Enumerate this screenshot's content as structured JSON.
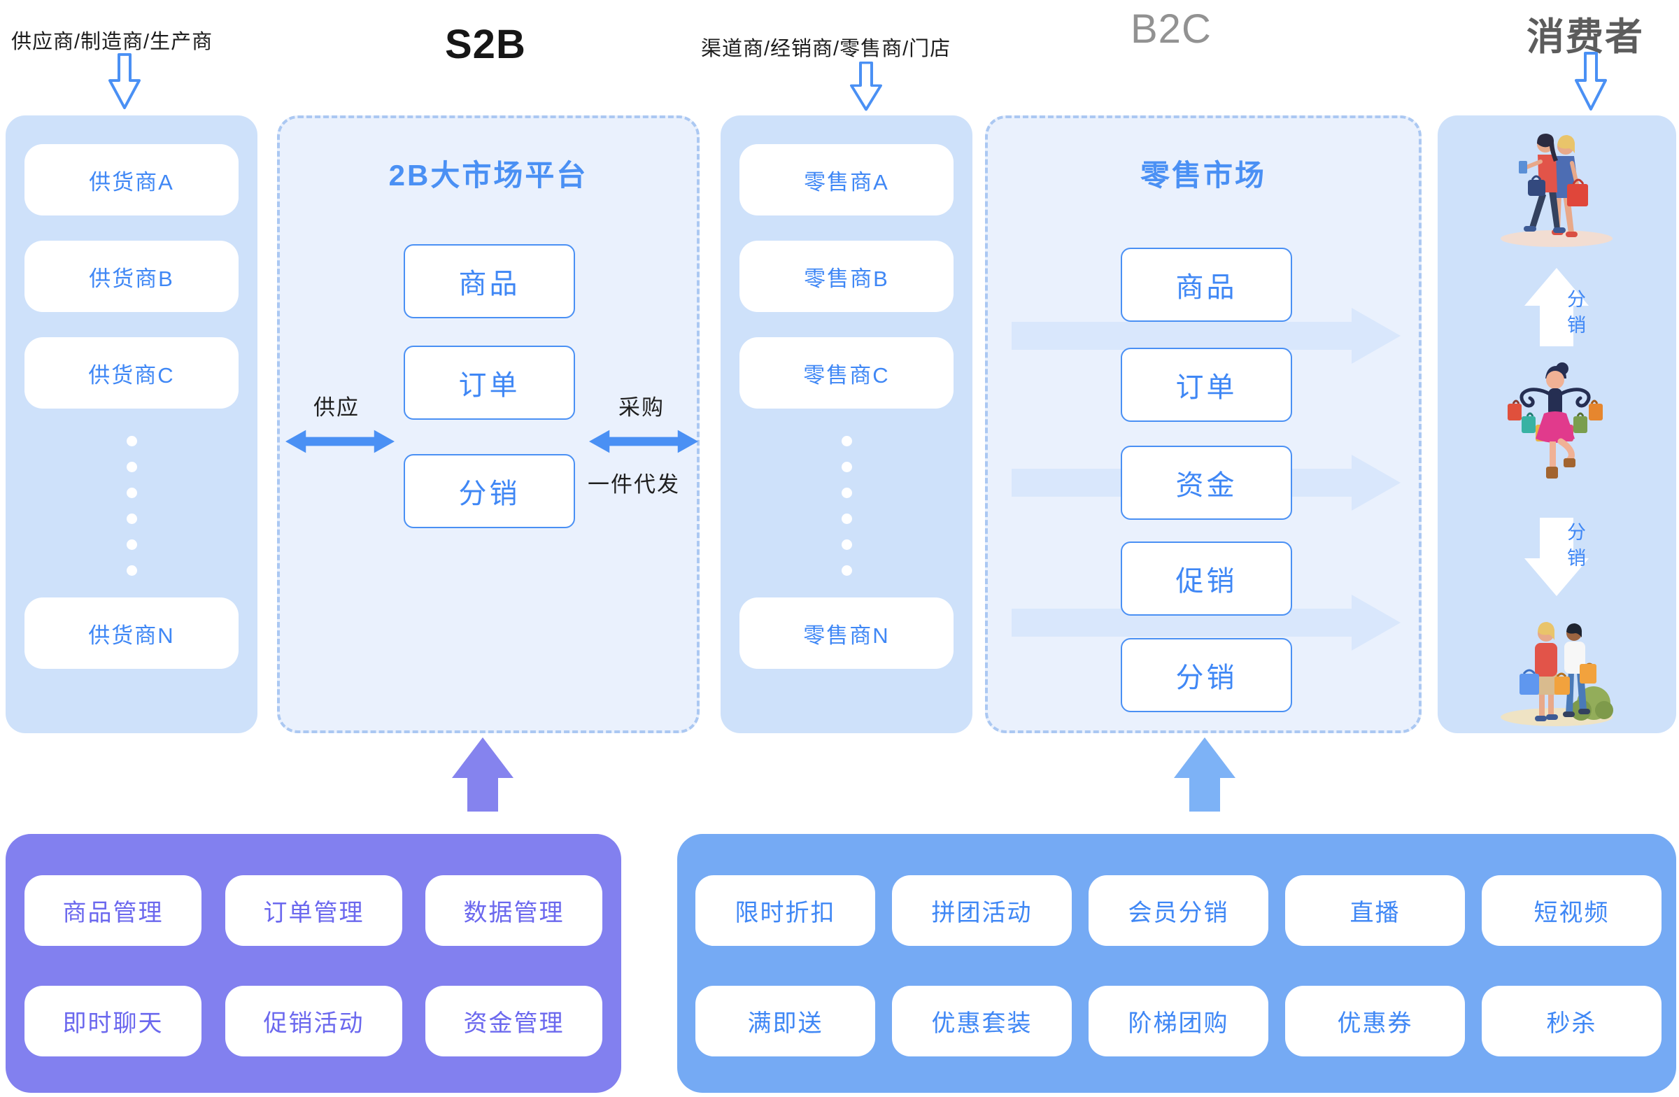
{
  "header": {
    "supplier_label": "供应商/制造商/生产商",
    "s2b_title": "S2B",
    "channel_label": "渠道商/经销商/零售商/门店",
    "b2c_title": "B2C",
    "consumer_label": "消费者"
  },
  "suppliers": {
    "items": [
      "供货商A",
      "供货商B",
      "供货商C"
    ],
    "item_n": "供货商N"
  },
  "b2b_platform": {
    "title": "2B大市场平台",
    "modules": [
      "商品",
      "订单",
      "分销"
    ],
    "supply_arrow_label": "供应",
    "purchase_arrow_label": "采购",
    "dropship_label": "一件代发"
  },
  "retailers": {
    "items": [
      "零售商A",
      "零售商B",
      "零售商C"
    ],
    "item_n": "零售商N"
  },
  "retail_market": {
    "title": "零售市场",
    "modules": [
      "商品",
      "订单",
      "资金",
      "促销",
      "分销"
    ]
  },
  "consumer_flow": {
    "up_arrow_label": "分销",
    "down_arrow_label": "分销"
  },
  "s2b_backend": {
    "features": [
      "商品管理",
      "订单管理",
      "数据管理",
      "即时聊天",
      "促销活动",
      "资金管理"
    ]
  },
  "b2c_marketing": {
    "features": [
      "限时折扣",
      "拼团活动",
      "会员分销",
      "直播",
      "短视频",
      "满即送",
      "优惠套装",
      "阶梯团购",
      "优惠券",
      "秒杀"
    ]
  },
  "colors": {
    "accent_blue": "#4a90f4",
    "box_text_blue": "#3f87f5",
    "column_bg": "#cee1fa",
    "panel_bg": "#eaf1fd",
    "dashed_border": "#abc8f2",
    "flow_band": "#d9e7fc",
    "purple_panel": "#8280ef",
    "purple_arrow": "#8583ee",
    "purple_text": "#6b68ee",
    "blue_panel": "#75aaf4",
    "blue_arrow": "#7db2f6"
  }
}
